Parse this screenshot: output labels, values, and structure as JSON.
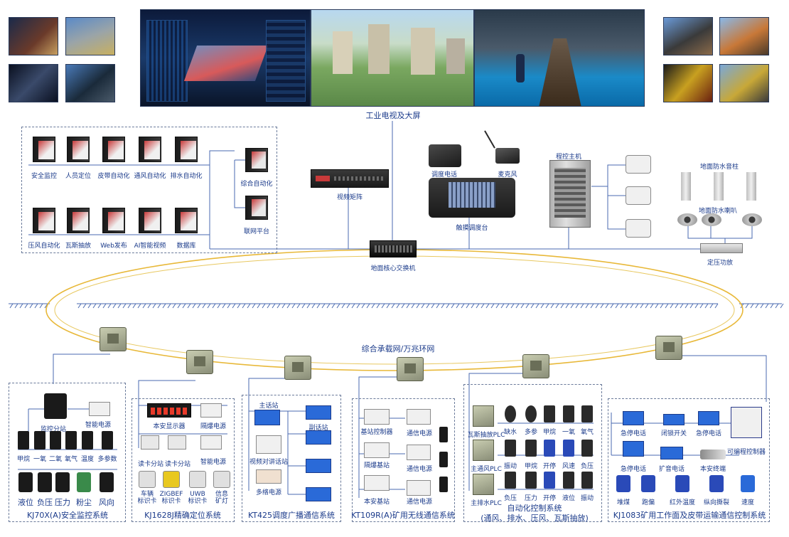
{
  "screen": {
    "label": "工业电视及大屏"
  },
  "ground_apps": {
    "row1": [
      "安全监控",
      "人员定位",
      "皮带自动化",
      "通风自动化",
      "排水自动化"
    ],
    "row2": [
      "压风自动化",
      "瓦斯抽放",
      "Web发布",
      "AI智能视频",
      "数据库"
    ],
    "right": [
      "综合自动化",
      "联网平台"
    ]
  },
  "center": {
    "video_matrix": "视频矩阵",
    "dispatch_phone": "调度电话",
    "microphone": "麦克风",
    "touch_console": "触摸调度台",
    "pbx": "程控主机",
    "core_switch": "地面核心交换机"
  },
  "right_devices": {
    "sound_column": "地面防水音柱",
    "horn": "地面防水喇叭",
    "amplifier": "定压功放"
  },
  "ring_label": "综合承载网/万兆环网",
  "systems": {
    "kj70x": {
      "title": "KJ70X(A)安全监控系统",
      "station": "监控分站",
      "power": "智能电源",
      "sensors_row1": [
        "甲烷",
        "一氧",
        "二氧",
        "氧气",
        "温度",
        "多参数"
      ],
      "sensors_row2": [
        "液位",
        "负压",
        "压力",
        "粉尘",
        "风向"
      ]
    },
    "kj1628j": {
      "title": "KJ1628J精确定位系统",
      "display": "本安显示器",
      "power1": "隔爆电源",
      "reader1": "读卡分站",
      "reader2": "读卡分站",
      "power2": "智能电源",
      "cards": [
        "车辆\n标识卡",
        "ZIGBEF\n标识卡",
        "UWB\n标识卡",
        "信息\n矿灯"
      ]
    },
    "kt425": {
      "title": "KT425调度广播通信系统",
      "main": "主话站",
      "sub": "副话站",
      "video_talk": "视频对讲话站",
      "multi_power": "多络电源"
    },
    "kt109r": {
      "title": "KT109R(A)矿用无线通信系统",
      "controller": "基站控制器",
      "power1": "通信电源",
      "flameproof": "隔爆基站",
      "power2": "通信电源",
      "intrinsic": "本安基站",
      "power3": "通信电源"
    },
    "auto": {
      "title": "自动化控制系统",
      "subtitle": "(通风、排水、压风、瓦斯抽放)",
      "plcs": [
        "瓦斯抽放PLC",
        "主通风PLC",
        "主排水PLC"
      ],
      "row1": [
        "缺水",
        "多参",
        "甲烷",
        "一氧",
        "氧气"
      ],
      "row2": [
        "振动",
        "甲烷",
        "开停",
        "风速",
        "负压"
      ],
      "row3": [
        "负压",
        "压力",
        "开停",
        "液位",
        "振动"
      ]
    },
    "kj1083": {
      "title": "KJ1083矿用工作面及皮带运输通信控制系统",
      "estop1": "急停电话",
      "lock": "闭锁开关",
      "estop2": "急停电话",
      "estop3": "急停电话",
      "amp_phone": "扩音电话",
      "terminal": "本安终端",
      "controller": "可编程控制器",
      "sensors": [
        "堆煤",
        "跑偏",
        "红外温度",
        "纵向撕裂",
        "速度"
      ]
    }
  }
}
